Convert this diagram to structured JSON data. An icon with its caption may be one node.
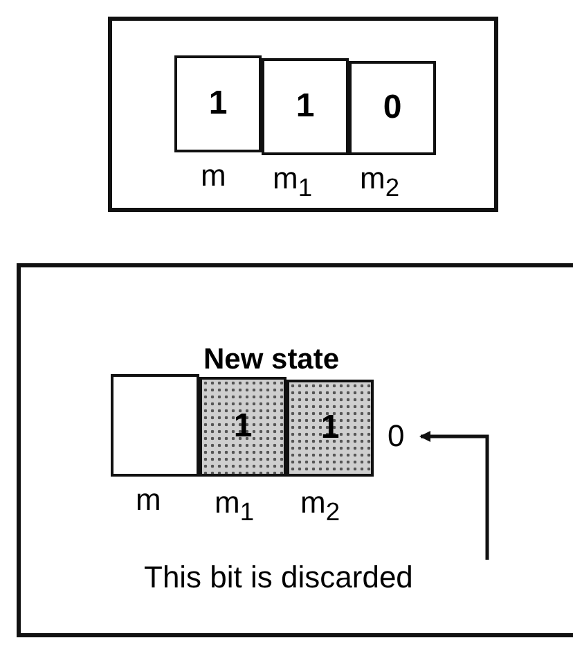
{
  "diagram": {
    "nodes": [
      {
        "text": [],
        "shape": "box"
      },
      {
        "text": [
          "1"
        ],
        "in": 0
      },
      {
        "text": [
          "1"
        ],
        "in": 0
      },
      {
        "text": [
          "0"
        ],
        "in": 0
      },
      {
        "text": [],
        "shape": "box"
      },
      {
        "text": [],
        "shape": "box",
        "in": 4
      },
      {
        "text": [
          "1"
        ],
        "in": 4
      },
      {
        "text": [
          "1"
        ],
        "in": 4
      },
      {
        "text": [
          "0"
        ],
        "in": 4
      },
      {
        "text": [
          "This bit is discarded"
        ],
        "in": 4
      }
    ],
    "edges": [
      {
        "from": 9,
        "to": 8,
        "arrow": "to"
      }
    ],
    "labels": [
      "m",
      "m$_{1}$",
      "m$_{2}$",
      "New state",
      "m",
      "m$_{1}$",
      "m$_{2}$"
    ]
  }
}
